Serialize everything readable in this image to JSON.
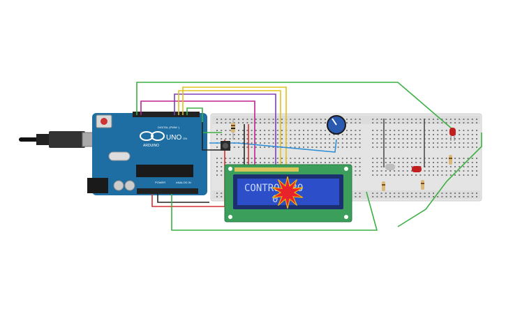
{
  "arduino": {
    "brand_label": "ARDUINO",
    "model_label": "UNO",
    "digital_label": "DIGITAL (PWM~)",
    "power_label": "POWER",
    "analog_label": "ANALOG IN",
    "on_label": "ON"
  },
  "lcd": {
    "line1": "CONTRO    ORO",
    "line2": "0"
  },
  "colors": {
    "board": "#1f6ea3",
    "breadboard": "#e8e8e8",
    "lcd_pcb": "#3b9e5a",
    "lcd_screen": "#2c4ec9",
    "wire_green": "#3cb043",
    "wire_red": "#d62e2e",
    "wire_black": "#222222",
    "wire_yellow": "#e2c21a",
    "wire_purple": "#7b3fb8",
    "wire_magenta": "#c0218f",
    "wire_blue": "#2f8fd6",
    "burst": "#e8232b"
  },
  "icons": {
    "potentiometer": "potentiometer-icon",
    "pushbutton": "pushbutton-icon",
    "led_red": "led-red-icon",
    "led_off": "led-off-icon",
    "resistor": "resistor-icon",
    "usb": "usb-plug-icon",
    "error_burst": "error-burst-icon"
  }
}
